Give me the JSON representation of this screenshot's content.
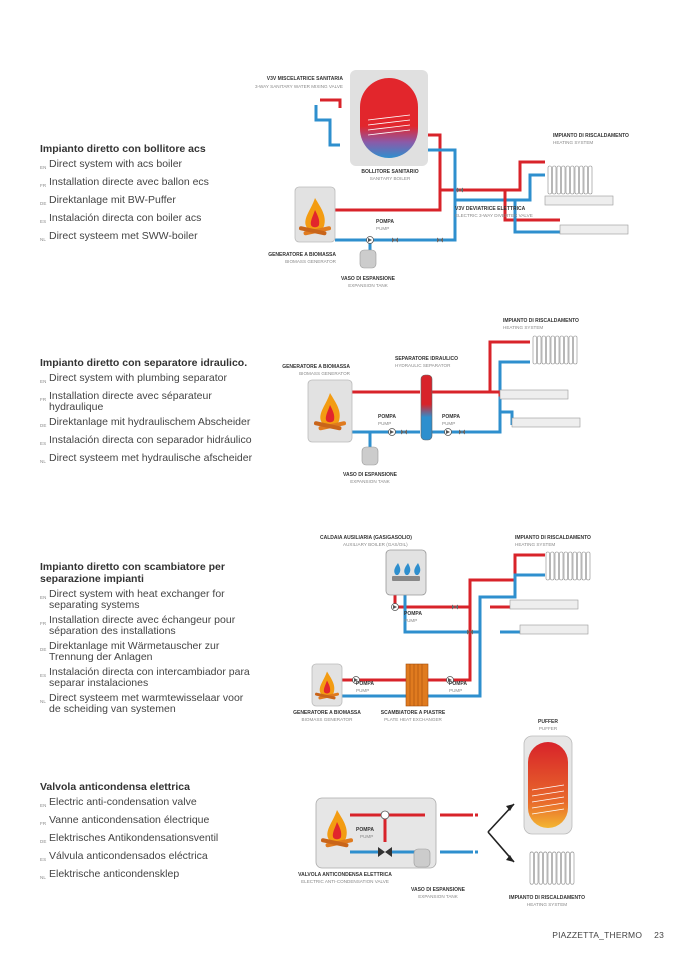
{
  "sections": [
    {
      "title": "Impianto diretto con bollitore acs",
      "lines": [
        {
          "code": "EN",
          "text": "Direct system with acs boiler"
        },
        {
          "code": "FR",
          "text": "Installation directe avec ballon ecs"
        },
        {
          "code": "DE",
          "text": "Direktanlage mit BW-Puffer"
        },
        {
          "code": "ES",
          "text": "Instalación directa con boiler acs"
        },
        {
          "code": "NL",
          "text": "Direct systeem met SWW-boiler"
        }
      ]
    },
    {
      "title": "Impianto diretto con separatore idraulico.",
      "lines": [
        {
          "code": "EN",
          "text": "Direct system with plumbing separator"
        },
        {
          "code": "FR",
          "text": "Installation directe avec séparateur hydraulique"
        },
        {
          "code": "DE",
          "text": "Direktanlage mit hydraulischem Abscheider"
        },
        {
          "code": "ES",
          "text": "Instalación directa con separador hidráulico"
        },
        {
          "code": "NL",
          "text": "Direct systeem met hydraulische afscheider"
        }
      ]
    },
    {
      "title": "Impianto diretto con scambiatore per separazione impianti",
      "lines": [
        {
          "code": "EN",
          "text": "Direct system with heat exchanger for separating systems"
        },
        {
          "code": "FR",
          "text": "Installation directe avec échangeur pour séparation des installations"
        },
        {
          "code": "DE",
          "text": "Direktanlage mit Wärmetauscher zur Trennung der Anlagen"
        },
        {
          "code": "ES",
          "text": "Instalación directa con intercambiador para separar instalaciones"
        },
        {
          "code": "NL",
          "text": "Direct systeem met warmtewisselaar voor de scheiding van systemen"
        }
      ]
    },
    {
      "title": "Valvola anticondensa elettrica",
      "lines": [
        {
          "code": "EN",
          "text": "Electric anti-condensation valve"
        },
        {
          "code": "FR",
          "text": "Vanne anticondensation électrique"
        },
        {
          "code": "DE",
          "text": "Elektrisches Antikondensationsventil"
        },
        {
          "code": "ES",
          "text": "Válvula anticondensados eléctrica"
        },
        {
          "code": "NL",
          "text": "Elektrische anticondensklep"
        }
      ]
    }
  ],
  "diagram1": {
    "valve3v": [
      "V3V MISCELATRICE SANITARIA",
      "3-WAY SANITARY WATER MIXING VALVE"
    ],
    "boiler": [
      "BOLLITORE SANITARIO",
      "SANITARY BOILER"
    ],
    "heating": [
      "IMPIANTO DI RISCALDAMENTO",
      "HEATING SYSTEM"
    ],
    "diverter": [
      "V3V DEVIATRICE ELETTRICA",
      "ELECTRIC 3-WAY DIVERTER VALVE"
    ],
    "pump": [
      "POMPA",
      "PUMP"
    ],
    "generator": [
      "GENERATORE A BIOMASSA",
      "BIOMASS GENERATOR"
    ],
    "tank": [
      "VASO DI ESPANSIONE",
      "EXPANSION TANK"
    ]
  },
  "diagram2": {
    "heating": [
      "IMPIANTO DI RISCALDAMENTO",
      "HEATING SYSTEM"
    ],
    "generator": [
      "GENERATORE A BIOMASSA",
      "BIOMASS GENERATOR"
    ],
    "separator": [
      "SEPARATORE IDRAULICO",
      "HYDRAULIC SEPARATOR"
    ],
    "pump": [
      "POMPA",
      "PUMP"
    ],
    "tank": [
      "VASO DI ESPANSIONE",
      "EXPANSION TANK"
    ]
  },
  "diagram3": {
    "aux": [
      "CALDAIA AUSILIARIA (GAS/GASOLIO)",
      "AUXILIARY BOILER (GAS/OIL)"
    ],
    "heating": [
      "IMPIANTO DI RISCALDAMENTO",
      "HEATING SYSTEM"
    ],
    "pump": [
      "POMPA",
      "PUMP"
    ],
    "generator": [
      "GENERATORE A BIOMASSA",
      "BIOMASS GENERATOR"
    ],
    "exchanger": [
      "SCAMBIATORE A PIASTRE",
      "PLATE HEAT EXCHANGER"
    ]
  },
  "diagram4": {
    "puffer": [
      "PUFFER",
      "PUFFER"
    ],
    "pump": [
      "POMPA",
      "PUMP"
    ],
    "valve": [
      "VALVOLA ANTICONDENSA ELETTRICA",
      "ELECTRIC ANTI-CONDENSATION VALVE"
    ],
    "tank": [
      "VASO DI ESPANSIONE",
      "EXPANSION TANK"
    ],
    "heating": [
      "IMPIANTO DI RISCALDAMENTO",
      "HEATING SYSTEM"
    ]
  },
  "footer": {
    "brand": "PIAZZETTA_THERMO",
    "page": "23"
  },
  "colors": {
    "hot": "#d8232a",
    "cold": "#2e8fce",
    "unit": "#e6e6e6",
    "flame": "#f39c12"
  }
}
